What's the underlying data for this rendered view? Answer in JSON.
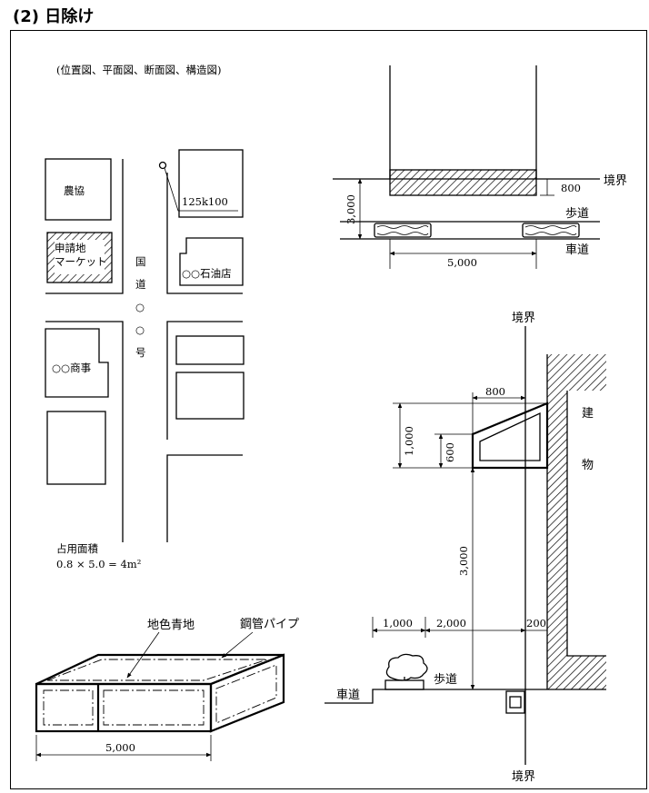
{
  "header": {
    "title": "(2) 日除け"
  },
  "location_map": {
    "caption": "(位置図、平面図、断面図、構造図)",
    "kyokai": "農協",
    "site_line1": "申請地",
    "site_line2": "マーケット",
    "road_chars": [
      "国",
      "道",
      "○",
      "○",
      "号"
    ],
    "marker": "125k100",
    "gas_station": "○○石油店",
    "company": "○○商事"
  },
  "area": {
    "label": "占用面積",
    "formula": "0.8 × 5.0 = 4m²"
  },
  "plan_view": {
    "boundary": "境界",
    "depth": "800",
    "height": "3,000",
    "sidewalk": "歩道",
    "road": "車道",
    "width": "5,000"
  },
  "section_view": {
    "boundary_top": "境界",
    "boundary_bottom": "境界",
    "building_1": "建",
    "building_2": "物",
    "projection": "800",
    "awning_height": "1,000",
    "awning_inner": "600",
    "clearance": "3,000",
    "curb": "1,000",
    "sidewalk_width": "2,000",
    "offset": "200",
    "sidewalk": "歩道",
    "road": "車道"
  },
  "structure_view": {
    "fabric": "地色青地",
    "pipe": "鋼管パイプ",
    "width": "5,000"
  }
}
